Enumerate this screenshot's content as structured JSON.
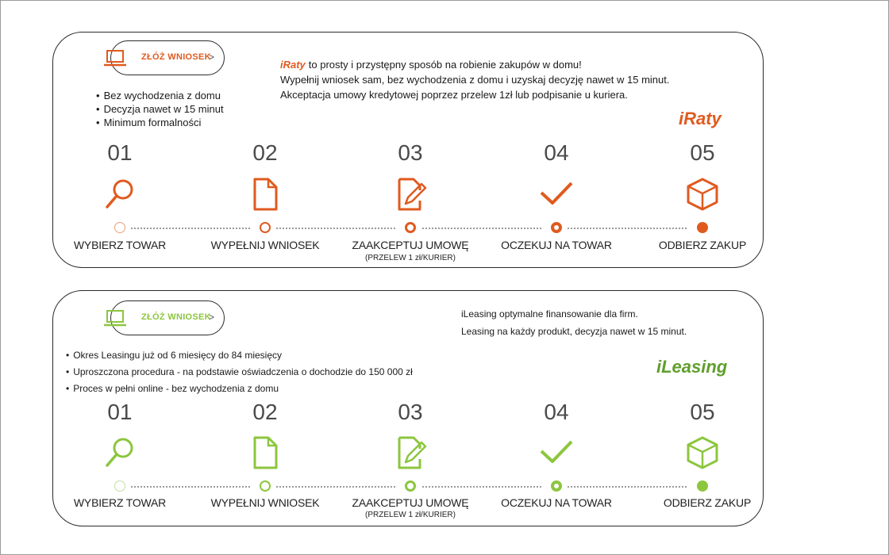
{
  "iraty": {
    "accent": "#e05a1f",
    "cta_label": "ZŁÓŻ WNIOSEK",
    "cta_chevron": ">",
    "bullets": [
      "Bez wychodzenia z domu",
      "Decyzja nawet w 15 minut",
      "Minimum formalności"
    ],
    "intro_brand": "iRaty",
    "intro_lines": [
      "to prosty i przystępny sposób na robienie zakupów w domu!",
      "Wypełnij wniosek sam, bez wychodzenia z domu i uzyskaj decyzję nawet w 15 minut.",
      "Akceptacja umowy kredytowej poprzez przelew 1zł lub podpisanie u kuriera."
    ],
    "logo": "iRaty",
    "steps": [
      {
        "num": "01",
        "label": "WYBIERZ TOWAR",
        "icon": "magnifier-icon"
      },
      {
        "num": "02",
        "label": "WYPEŁNIJ WNIOSEK",
        "icon": "document-icon"
      },
      {
        "num": "03",
        "label": "ZAAKCEPTUJ UMOWĘ",
        "sub": "(PRZELEW 1 zł/KURIER)",
        "icon": "sign-document-icon"
      },
      {
        "num": "04",
        "label": "OCZEKUJ NA TOWAR",
        "icon": "checkmark-icon"
      },
      {
        "num": "05",
        "label": "ODBIERZ ZAKUP",
        "icon": "package-box-icon"
      }
    ]
  },
  "ileasing": {
    "accent": "#8cc63e",
    "cta_label": "ZŁÓŻ WNIOSEK",
    "cta_chevron": ">",
    "bullets": [
      "Okres Leasingu już od 6 miesięcy do 84 miesięcy",
      "Uproszczona procedura - na podstawie oświadczenia o dochodzie do 150 000 zł",
      "Proces w pełni online - bez wychodzenia z domu"
    ],
    "intro_lines": [
      "iLeasing optymalne finansowanie dla firm.",
      "Leasing na każdy produkt, decyzja nawet w 15 minut."
    ],
    "logo": "iLeasing",
    "steps": [
      {
        "num": "01",
        "label": "WYBIERZ TOWAR",
        "icon": "magnifier-icon"
      },
      {
        "num": "02",
        "label": "WYPEŁNIJ WNIOSEK",
        "icon": "document-icon"
      },
      {
        "num": "03",
        "label": "ZAAKCEPTUJ UMOWĘ",
        "sub": "(PRZELEW 1 zł/KURIER)",
        "icon": "sign-document-icon"
      },
      {
        "num": "04",
        "label": "OCZEKUJ NA TOWAR",
        "icon": "checkmark-icon"
      },
      {
        "num": "05",
        "label": "ODBIERZ ZAKUP",
        "icon": "package-box-icon"
      }
    ]
  }
}
